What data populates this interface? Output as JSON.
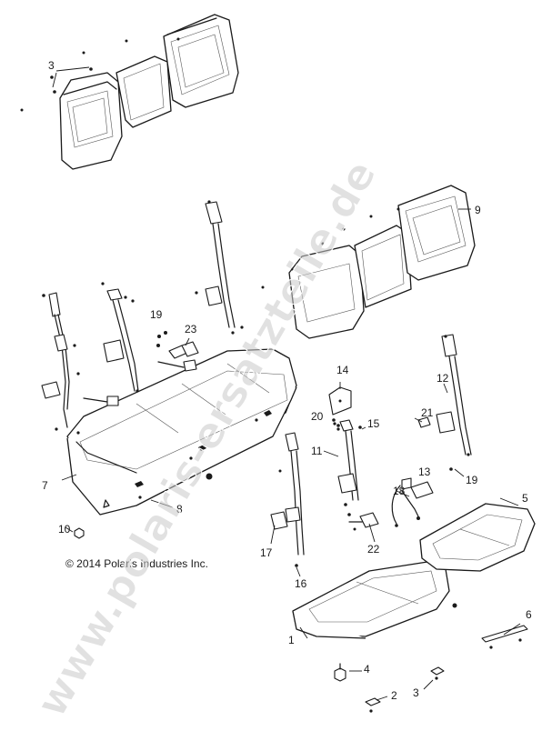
{
  "copyright": "© 2014 Polaris Industries Inc.",
  "watermark": "www.polaris-ersatzteile.de",
  "callouts": {
    "c1": "1",
    "c2": "2",
    "c3a": "3",
    "c3b": "3",
    "c4": "4",
    "c5": "5",
    "c6": "6",
    "c7": "7",
    "c8": "8",
    "c9": "9",
    "c10": "10",
    "c11": "11",
    "c12": "12",
    "c13": "13",
    "c14": "14",
    "c15": "15",
    "c16": "16",
    "c17": "17",
    "c18": "18",
    "c19a": "19",
    "c19b": "19",
    "c20": "20",
    "c21": "21",
    "c22": "22",
    "c23": "23"
  }
}
